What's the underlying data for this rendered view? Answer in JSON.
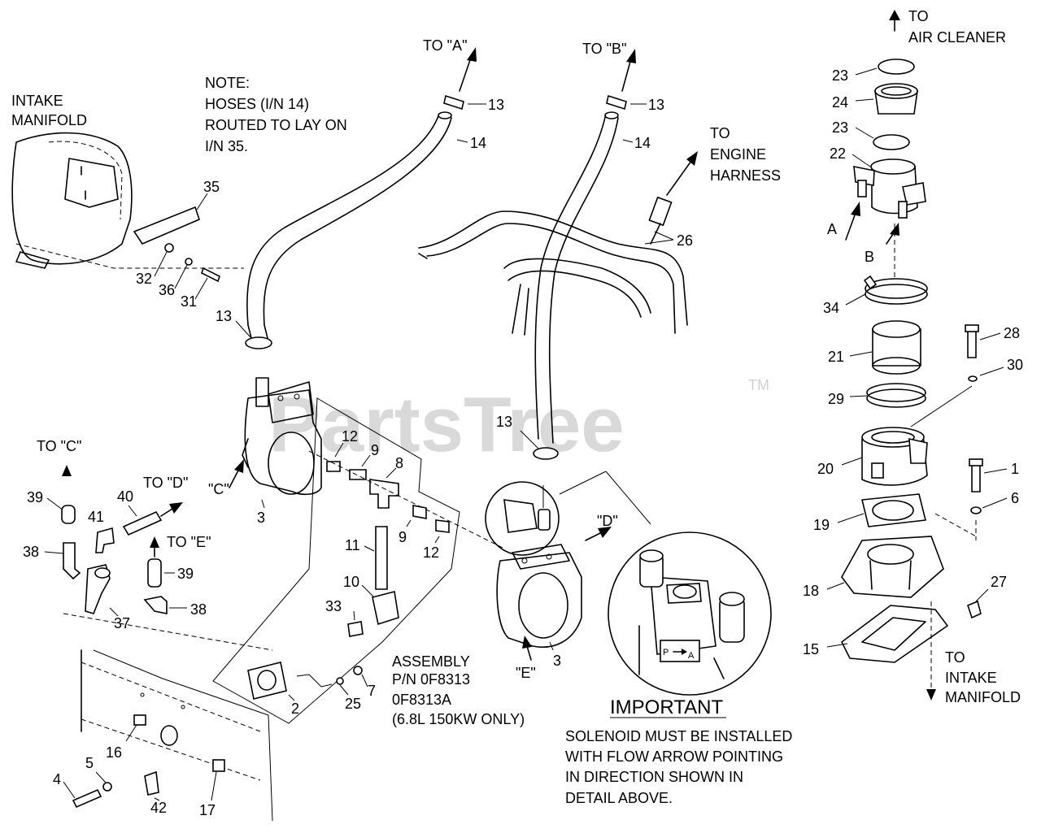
{
  "watermark": {
    "text": "PartsTree",
    "tm": "TM"
  },
  "notes": {
    "intake_manifold_top": [
      "INTAKE",
      "MANIFOLD"
    ],
    "hose_note": [
      "NOTE:",
      "HOSES (I/N 14)",
      "ROUTED TO LAY ON",
      "I/N 35."
    ],
    "to_a": "TO \"A\"",
    "to_b": "TO \"B\"",
    "to_engine_harness": [
      "TO",
      "ENGINE",
      "HARNESS"
    ],
    "to_air_cleaner": [
      "TO",
      "AIR CLEANER"
    ],
    "to_c": "TO \"C\"",
    "to_d": "TO \"D\"",
    "to_e": "TO \"E\"",
    "c_marker": "\"C\"",
    "d_marker": "\"D\"",
    "e_marker": "\"E\"",
    "a_marker": "A",
    "b_marker": "B",
    "assembly": [
      "ASSEMBLY",
      "P/N 0F8313",
      "0F8313A",
      "(6.8L 150KW ONLY)"
    ],
    "important_title": "IMPORTANT",
    "important_body": [
      "SOLENOID MUST BE INSTALLED",
      "WITH FLOW ARROW POINTING",
      "IN DIRECTION SHOWN IN",
      "DETAIL ABOVE."
    ],
    "to_intake_manifold": [
      "TO",
      "INTAKE",
      "MANIFOLD"
    ],
    "solenoid_tag": "P",
    "solenoid_tag2": "A"
  },
  "parts": {
    "p1": "1",
    "p2": "2",
    "p3a": "3",
    "p3b": "3",
    "p4": "4",
    "p5": "5",
    "p6": "6",
    "p7": "7",
    "p8": "8",
    "p9a": "9",
    "p9b": "9",
    "p10": "10",
    "p11": "11",
    "p12a": "12",
    "p12b": "12",
    "p13a": "13",
    "p13b": "13",
    "p13c": "13",
    "p13d": "13",
    "p14a": "14",
    "p14b": "14",
    "p15": "15",
    "p16": "16",
    "p17": "17",
    "p18": "18",
    "p19": "19",
    "p20": "20",
    "p21": "21",
    "p22": "22",
    "p23a": "23",
    "p23b": "23",
    "p24": "24",
    "p25": "25",
    "p26": "26",
    "p27": "27",
    "p28": "28",
    "p29": "29",
    "p30": "30",
    "p31": "31",
    "p32": "32",
    "p33": "33",
    "p34": "34",
    "p35": "35",
    "p36": "36",
    "p37": "37",
    "p38a": "38",
    "p38b": "38",
    "p39a": "39",
    "p39b": "39",
    "p40": "40",
    "p41": "41",
    "p42": "42"
  }
}
